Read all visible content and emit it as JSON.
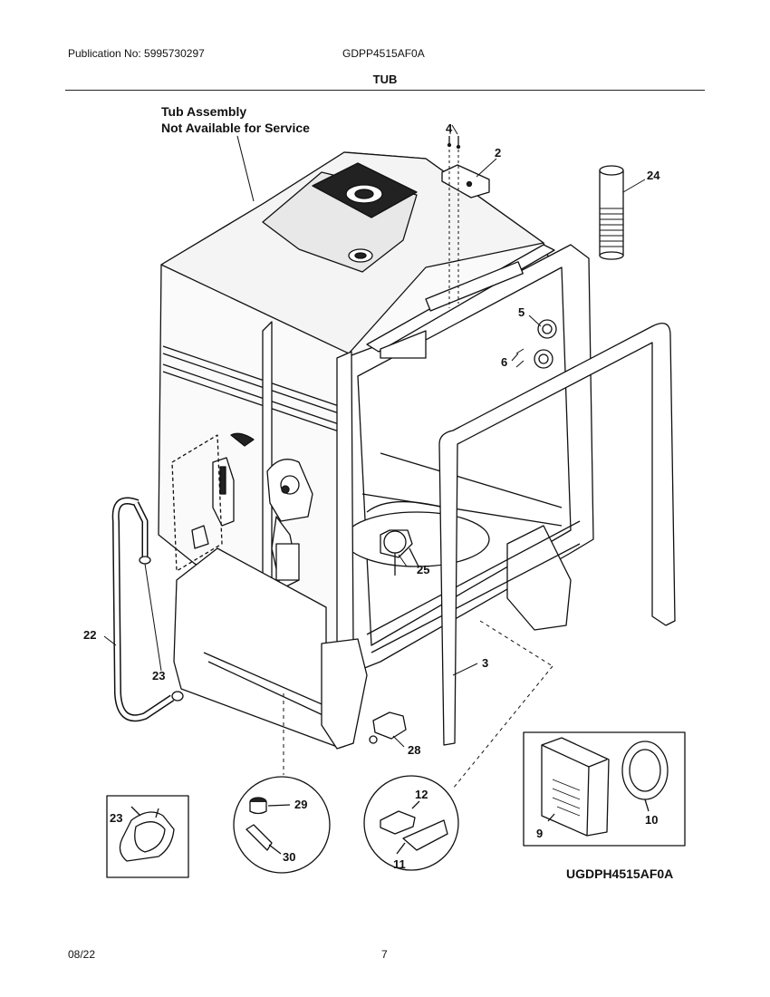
{
  "header": {
    "publication": "Publication No: 5995730297",
    "model": "GDPP4515AF0A"
  },
  "section_title": "TUB",
  "tub_note": {
    "line1": "Tub Assembly",
    "line2": "Not Available for Service"
  },
  "callouts": {
    "c2": "2",
    "c3": "3",
    "c4": "4",
    "c5": "5",
    "c6": "6",
    "c9": "9",
    "c10": "10",
    "c11": "11",
    "c12": "12",
    "c22": "22",
    "c23a": "23",
    "c23b": "23",
    "c24": "24",
    "c25": "25",
    "c28": "28",
    "c29": "29",
    "c30": "30"
  },
  "diagram_code": "UGDPH4515AF0A",
  "footer": {
    "date": "08/22",
    "page": "7"
  }
}
